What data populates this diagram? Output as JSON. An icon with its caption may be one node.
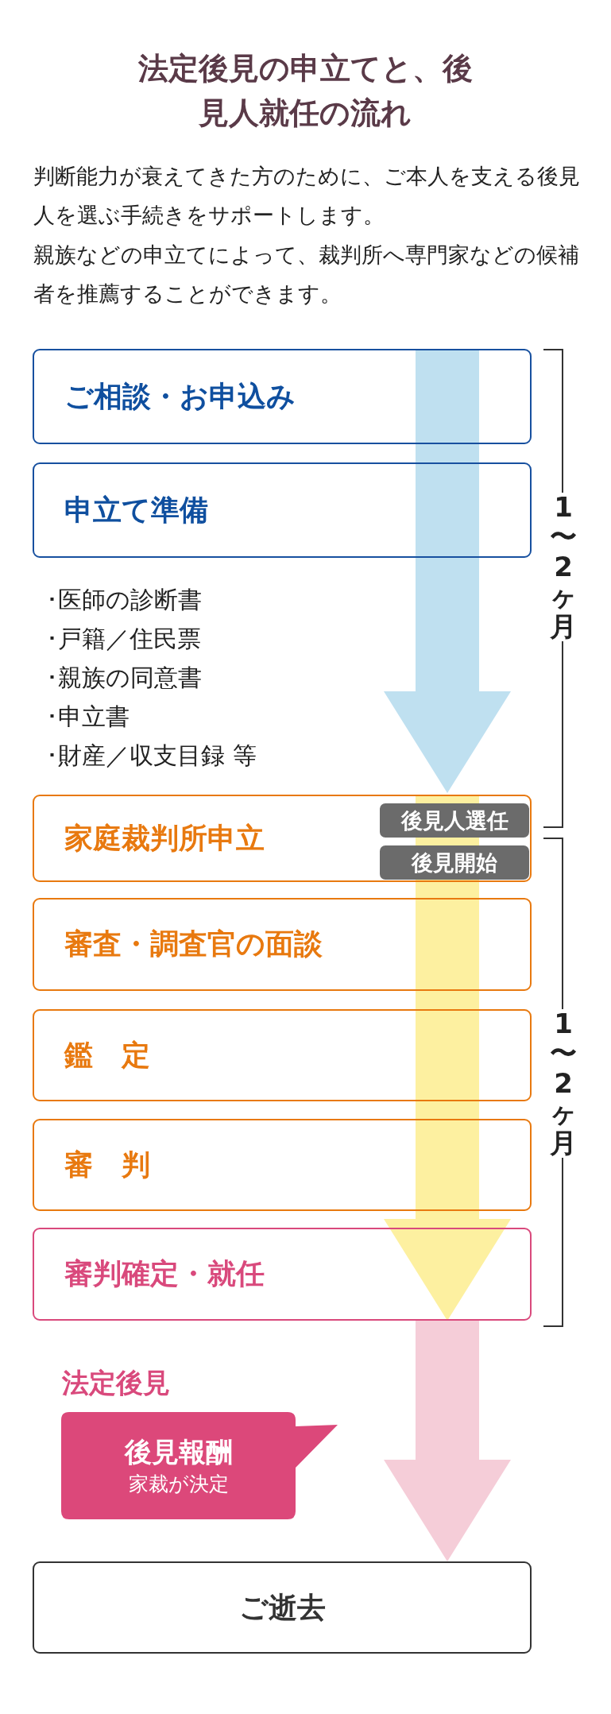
{
  "diagram": {
    "title": "法定後見の申立てと、後見人就任の流れ",
    "nodes": [
      {
        "text": [
          "ご相談・お申込み"
        ]
      },
      {
        "text": [
          "申立て準備"
        ]
      },
      {
        "text": [
          "家庭裁判所申立"
        ]
      },
      {
        "text": [
          "後見人選任"
        ],
        "in": 2
      },
      {
        "text": [
          "後見開始"
        ],
        "in": 2
      },
      {
        "text": [
          "審査・調査官の面談"
        ]
      },
      {
        "text": [
          "鑑　定"
        ]
      },
      {
        "text": [
          "審　判"
        ]
      },
      {
        "text": [
          "審判確定・就任"
        ]
      },
      {
        "text": [
          "後見報酬",
          "家裁が決定"
        ]
      },
      {
        "text": [
          "ご逝去"
        ]
      }
    ],
    "edges": [
      {
        "from": 0,
        "to": 2,
        "arrow": "to",
        "style": "thick",
        "color": "#bfe0f0"
      },
      {
        "from": 2,
        "to": 8,
        "arrow": "to",
        "style": "thick",
        "color": "#fdf0a0"
      },
      {
        "from": 8,
        "to": 10,
        "arrow": "to",
        "style": "thick",
        "color": "#f5cdd8"
      }
    ],
    "labels": [
      "判断能力が衰えてきた方のために、ご本人を支える後見人を選ぶ手続きをサポートします。",
      "親族などの申立てによって、裁判所へ専門家などの候補者を推薦することができます。",
      "1〜2ヶ月",
      "･医師の診断書",
      "･戸籍／住民票",
      "･親族の同意書",
      "･申立書",
      "･財産／収支目録 等",
      "1〜2ヶ月",
      "法定後見"
    ]
  }
}
